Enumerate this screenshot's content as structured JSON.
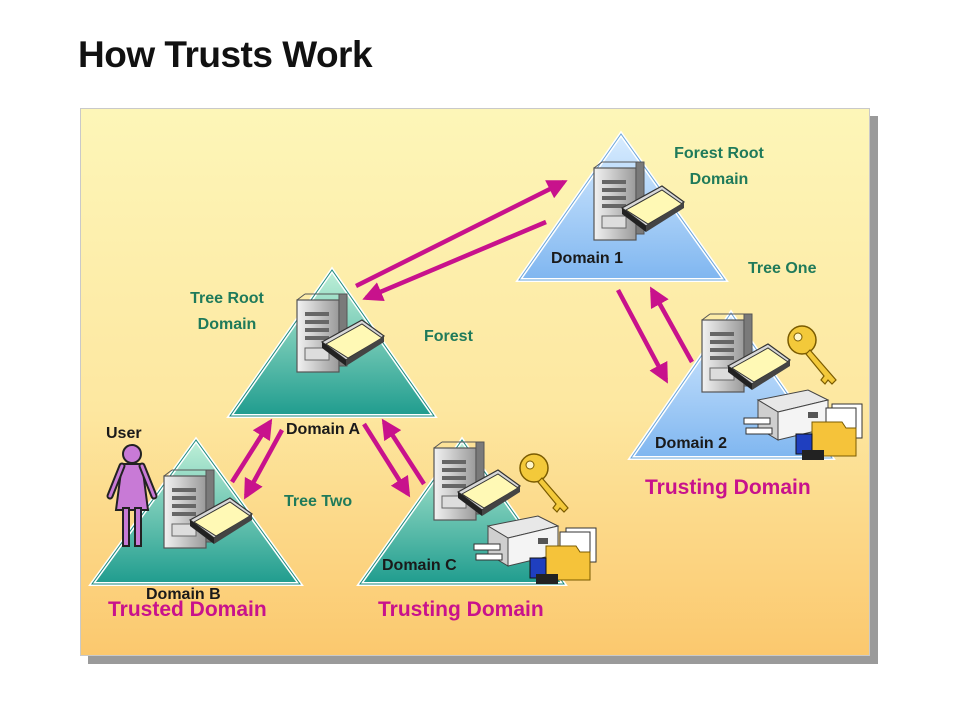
{
  "title": "How Trusts Work",
  "labels": {
    "forest_root": "Forest Root\nDomain",
    "tree_root": "Tree Root\nDomain",
    "forest": "Forest",
    "tree_one": "Tree One",
    "tree_two": "Tree Two",
    "user": "User",
    "domain_1": "Domain 1",
    "domain_2": "Domain 2",
    "domain_a": "Domain A",
    "domain_b": "Domain B",
    "domain_c": "Domain C",
    "trusting_domain_right": "Trusting Domain",
    "trusting_domain_bottom": "Trusting Domain",
    "trusted_domain": "Trusted Domain"
  },
  "colors": {
    "arrow": "#c8128c",
    "triangle_blue": "#8ec3f5",
    "triangle_teal": "#2fa79a",
    "label_green": "#1f7a5a",
    "label_pink": "#c8128c"
  },
  "icons": [
    "server-icon",
    "key-icon",
    "printer-icon",
    "shared-folder-icon",
    "user-icon"
  ]
}
